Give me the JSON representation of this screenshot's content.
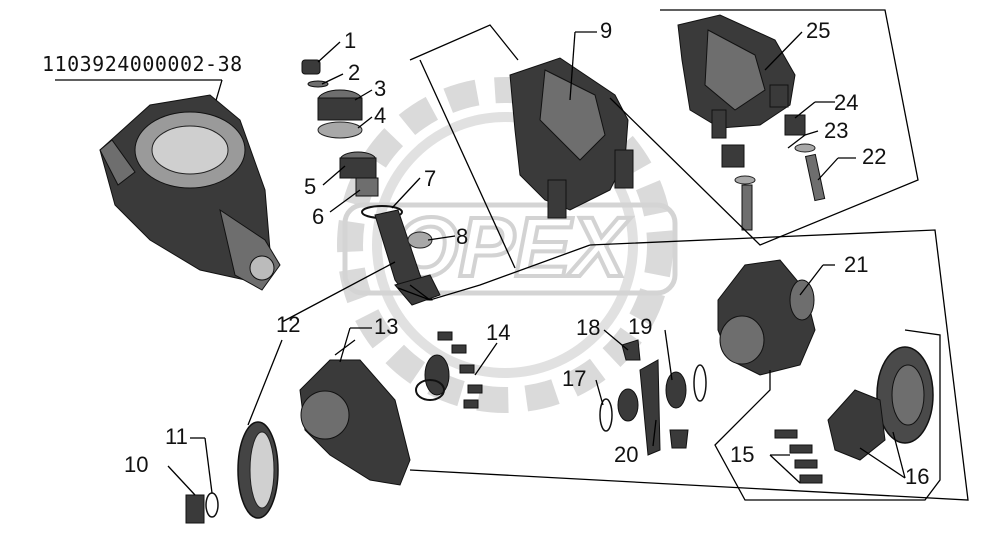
{
  "assembly_code": "1103924000002-38",
  "watermark": "OPEX",
  "callouts": {
    "c1": "1",
    "c2": "2",
    "c3": "3",
    "c4": "4",
    "c5": "5",
    "c6": "6",
    "c7": "7",
    "c8": "8",
    "c9": "9",
    "c10": "10",
    "c11": "11",
    "c12": "12",
    "c13": "13",
    "c14": "14",
    "c15": "15",
    "c16": "16",
    "c17": "17",
    "c18": "18",
    "c19": "19",
    "c20": "20",
    "c21": "21",
    "c22": "22",
    "c23": "23",
    "c24": "24",
    "c25": "25"
  },
  "colors": {
    "line": "#000000",
    "part": "#3a3a3a",
    "watermark": "#d8d8d8"
  }
}
